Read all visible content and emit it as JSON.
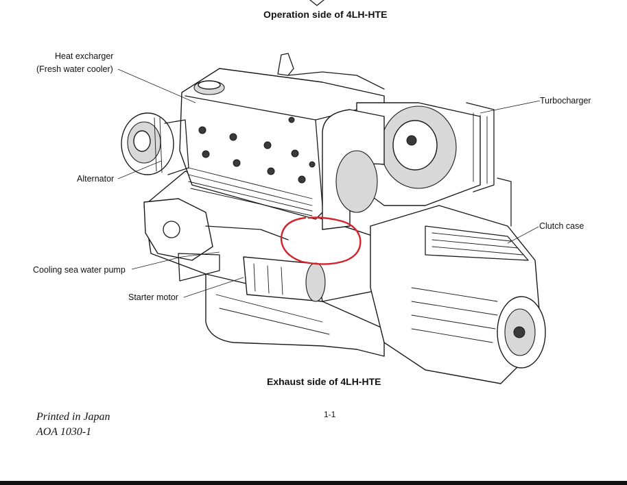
{
  "captions": {
    "top": "Operation side of 4LH-HTE",
    "bottom": "Exhaust side of 4LH-HTE"
  },
  "labels": {
    "heat_exchanger_line1": "Heat excharger",
    "heat_exchanger_line2": "(Fresh water cooler)",
    "turbocharger": "Turbocharger",
    "alternator": "Alternator",
    "clutch_case": "Clutch case",
    "cooling_pump": "Cooling sea water pump",
    "starter_motor": "Starter motor"
  },
  "footer": {
    "printed": "Printed in Japan",
    "code": "AOA 1030-1",
    "page_number": "1-1"
  },
  "colors": {
    "annotation": "#d4232a",
    "ink": "#1a1a1a"
  }
}
